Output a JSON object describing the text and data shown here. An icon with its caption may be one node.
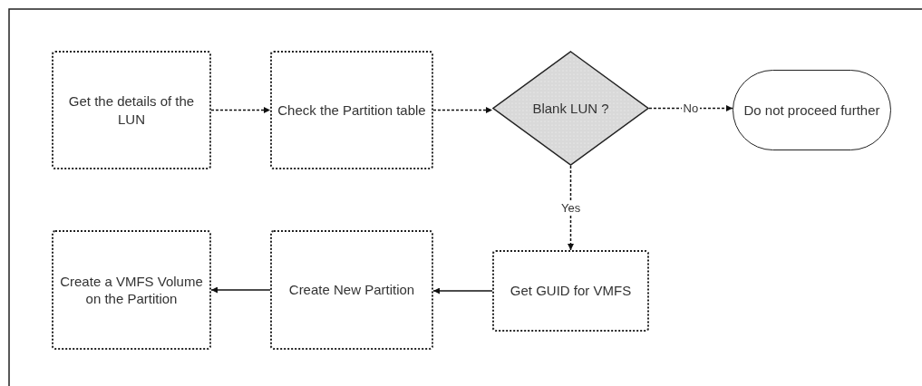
{
  "diagram": {
    "nodes": [
      {
        "text": [
          "Get the details of the LUN"
        ]
      },
      {
        "text": [
          "Check the Partition table"
        ]
      },
      {
        "text": [
          "Blank LUN ?"
        ]
      },
      {
        "text": [
          "Do not proceed further"
        ]
      },
      {
        "text": [
          "Get GUID for VMFS"
        ]
      },
      {
        "text": [
          "Create New Partition"
        ]
      },
      {
        "text": [
          "Create a VMFS Volume on the Partition"
        ]
      }
    ],
    "edges": [
      {
        "from": 0,
        "to": 1,
        "arrow": "to",
        "style": "dashed"
      },
      {
        "from": 1,
        "to": 2,
        "arrow": "to",
        "style": "dashed"
      },
      {
        "from": 2,
        "to": 3,
        "arrow": "to",
        "style": "dashed",
        "label": "No"
      },
      {
        "from": 2,
        "to": 4,
        "arrow": "to",
        "style": "dashed",
        "label": "Yes"
      },
      {
        "from": 4,
        "to": 5,
        "arrow": "to"
      },
      {
        "from": 5,
        "to": 6,
        "arrow": "to"
      }
    ]
  }
}
